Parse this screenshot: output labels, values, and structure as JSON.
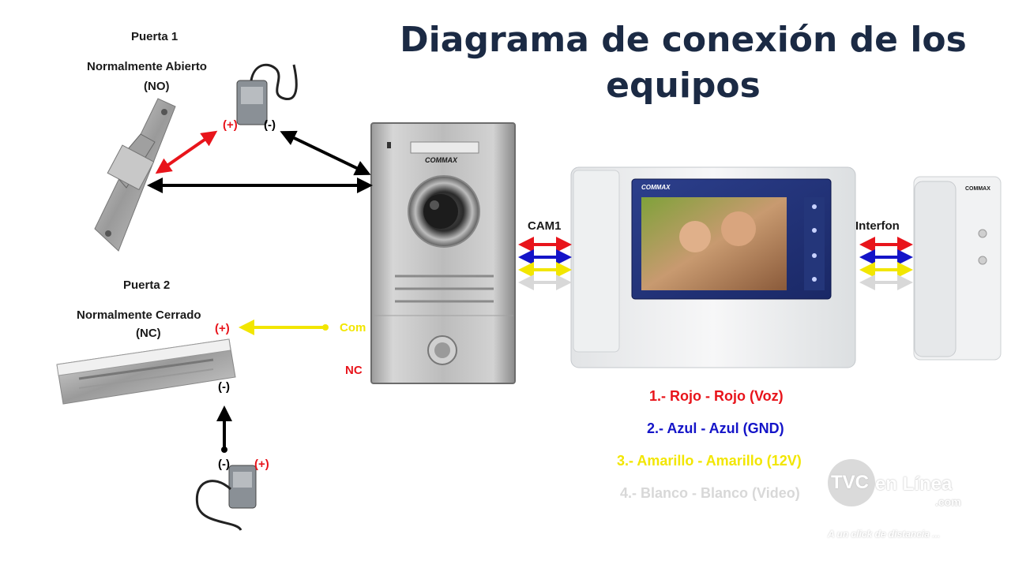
{
  "title_line1": "Diagrama de conexión de los",
  "title_line2": "equipos",
  "puerta1": {
    "heading": "Puerta 1",
    "type": "Normalmente Abierto",
    "abbr": "(NO)"
  },
  "puerta2": {
    "heading": "Puerta 2",
    "type": "Normalmente Cerrado",
    "abbr": "(NC)"
  },
  "polarity": {
    "plus": "(+)",
    "minus": "(-)"
  },
  "terminals": {
    "com": "Com",
    "nc": "NC"
  },
  "ports": {
    "cam1": "CAM1",
    "interfon": "Interfon"
  },
  "brand": "COMMAX",
  "legend": [
    {
      "text": "1.- Rojo - Rojo (Voz)",
      "color": "#e8141b"
    },
    {
      "text": "2.- Azul - Azul (GND)",
      "color": "#1414c8"
    },
    {
      "text": "3.- Amarillo - Amarillo (12V)",
      "color": "#f2e600"
    },
    {
      "text": "4.- Blanco - Blanco (Video)",
      "color": "#d8d8d8"
    }
  ],
  "watermark": {
    "brand_a": "TVC",
    "brand_b": "en Línea",
    "domain": ".com",
    "tagline": "A un click de distancia ..."
  },
  "colors": {
    "title": "#1b2a44",
    "red": "#e8141b",
    "blue": "#1414c8",
    "yellow": "#f2e600",
    "white_wire": "#d8d8d8",
    "black": "#000000"
  }
}
